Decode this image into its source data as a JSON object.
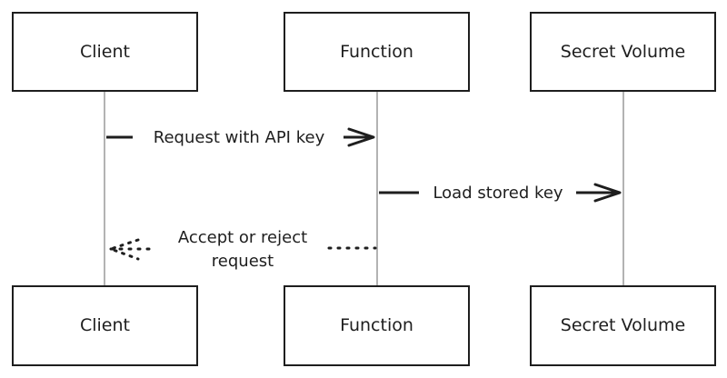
{
  "participants": [
    {
      "id": "client",
      "label": "Client"
    },
    {
      "id": "function",
      "label": "Function"
    },
    {
      "id": "secret_volume",
      "label": "Secret Volume"
    }
  ],
  "messages": [
    {
      "from": "client",
      "to": "function",
      "label": "Request with API key",
      "style": "solid"
    },
    {
      "from": "function",
      "to": "secret_volume",
      "label": "Load stored key",
      "style": "solid"
    },
    {
      "from": "function",
      "to": "client",
      "label_lines": [
        "Accept or reject",
        "request"
      ],
      "style": "dotted"
    }
  ],
  "colors": {
    "stroke": "#1e1e1e",
    "lifeline": "#9a9a9a",
    "background": "#ffffff"
  }
}
